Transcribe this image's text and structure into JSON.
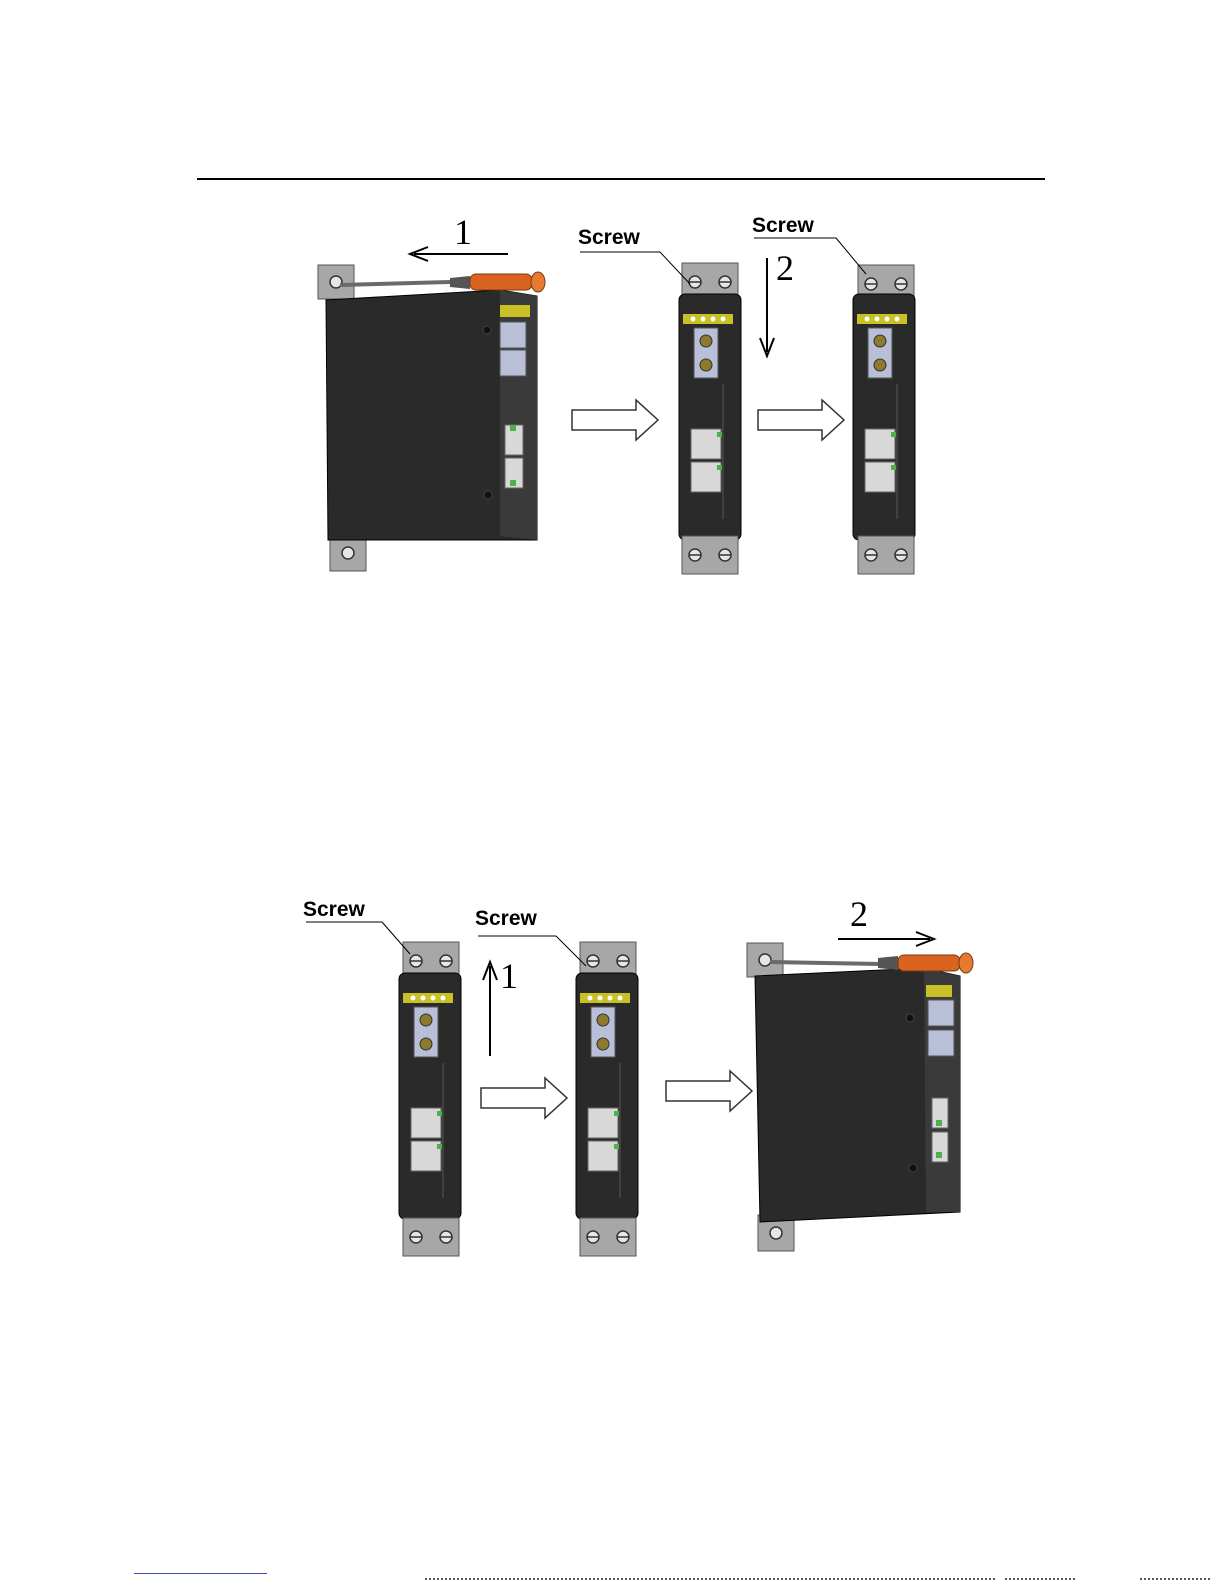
{
  "figure1": {
    "screw_label_a": "Screw",
    "screw_label_b": "Screw",
    "step_1": "1",
    "step_2": "2"
  },
  "figure2": {
    "screw_label_a": "Screw",
    "screw_label_b": "Screw",
    "step_1": "1",
    "step_2": "2"
  },
  "colors": {
    "device_body": "#2a2a2a",
    "bracket": "#a7a7a7",
    "screwdriver_handle": "#d9641f",
    "led_strip": "#c9c025"
  }
}
